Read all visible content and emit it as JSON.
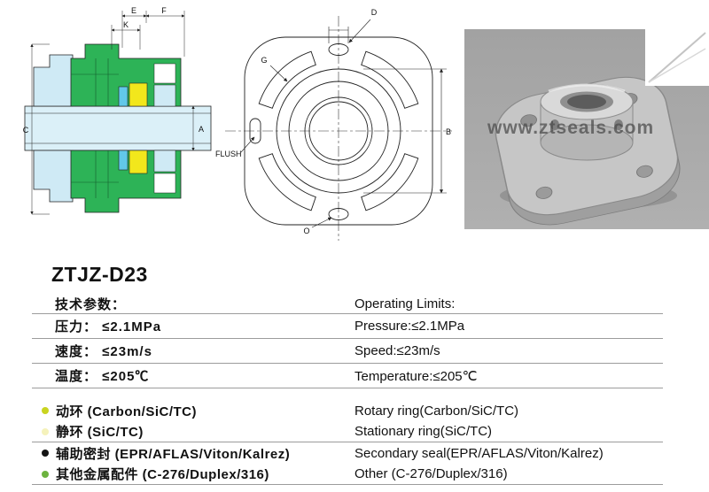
{
  "page": {
    "title": "ZTJZ-D23"
  },
  "palette": {
    "green": "#2db357",
    "cyan": "#cfeaf5",
    "yellow": "#f2e71c",
    "blue": "#62c8e9",
    "shaft": "#dbf0f8"
  },
  "cross_labels": {
    "E": "E",
    "F": "F",
    "K": "K",
    "C": "C",
    "A": "A"
  },
  "front_labels": {
    "D": "D",
    "G": "G",
    "B": "B",
    "O": "O",
    "flush": "FLUSH"
  },
  "photo": {
    "watermark": "www.ztseals.com"
  },
  "specs": {
    "header": {
      "cn": "技术参数：",
      "en": "Operating Limits:"
    },
    "rows": [
      {
        "cn": "压力： ≤2.1MPa",
        "en": "Pressure:≤2.1MPa"
      },
      {
        "cn": "速度： ≤23m/s",
        "en": "Speed:≤23m/s"
      },
      {
        "cn": "温度： ≤205℃",
        "en": "Temperature:≤205℃"
      }
    ]
  },
  "materials": {
    "rows": [
      {
        "bullet_style": "background-color:#c9d420",
        "cn": "动环 (Carbon/SiC/TC)",
        "en": "Rotary ring(Carbon/SiC/TC)"
      },
      {
        "bullet_style": "background-color:#f5f2bb",
        "cn": "静环 (SiC/TC)",
        "en": "Stationary ring(SiC/TC)"
      },
      {
        "bullet_style": "background-color:#141414",
        "cn": "辅助密封 (EPR/AFLAS/Viton/Kalrez)",
        "en": "Secondary seal(EPR/AFLAS/Viton/Kalrez)"
      },
      {
        "bullet_style": "background-color:#6db33f",
        "cn": "其他金属配件 (C-276/Duplex/316)",
        "en": "Other (C-276/Duplex/316)"
      }
    ]
  }
}
